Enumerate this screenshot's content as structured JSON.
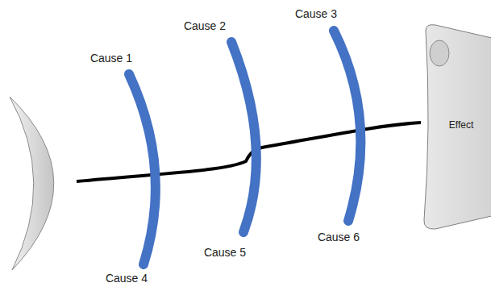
{
  "diagram": {
    "nodes": [
      {
        "text": [
          "Effect"
        ]
      }
    ],
    "labels": [
      "Cause 1",
      "Cause 2",
      "Cause 3",
      "Cause 4",
      "Cause 5",
      "Cause 6"
    ]
  }
}
